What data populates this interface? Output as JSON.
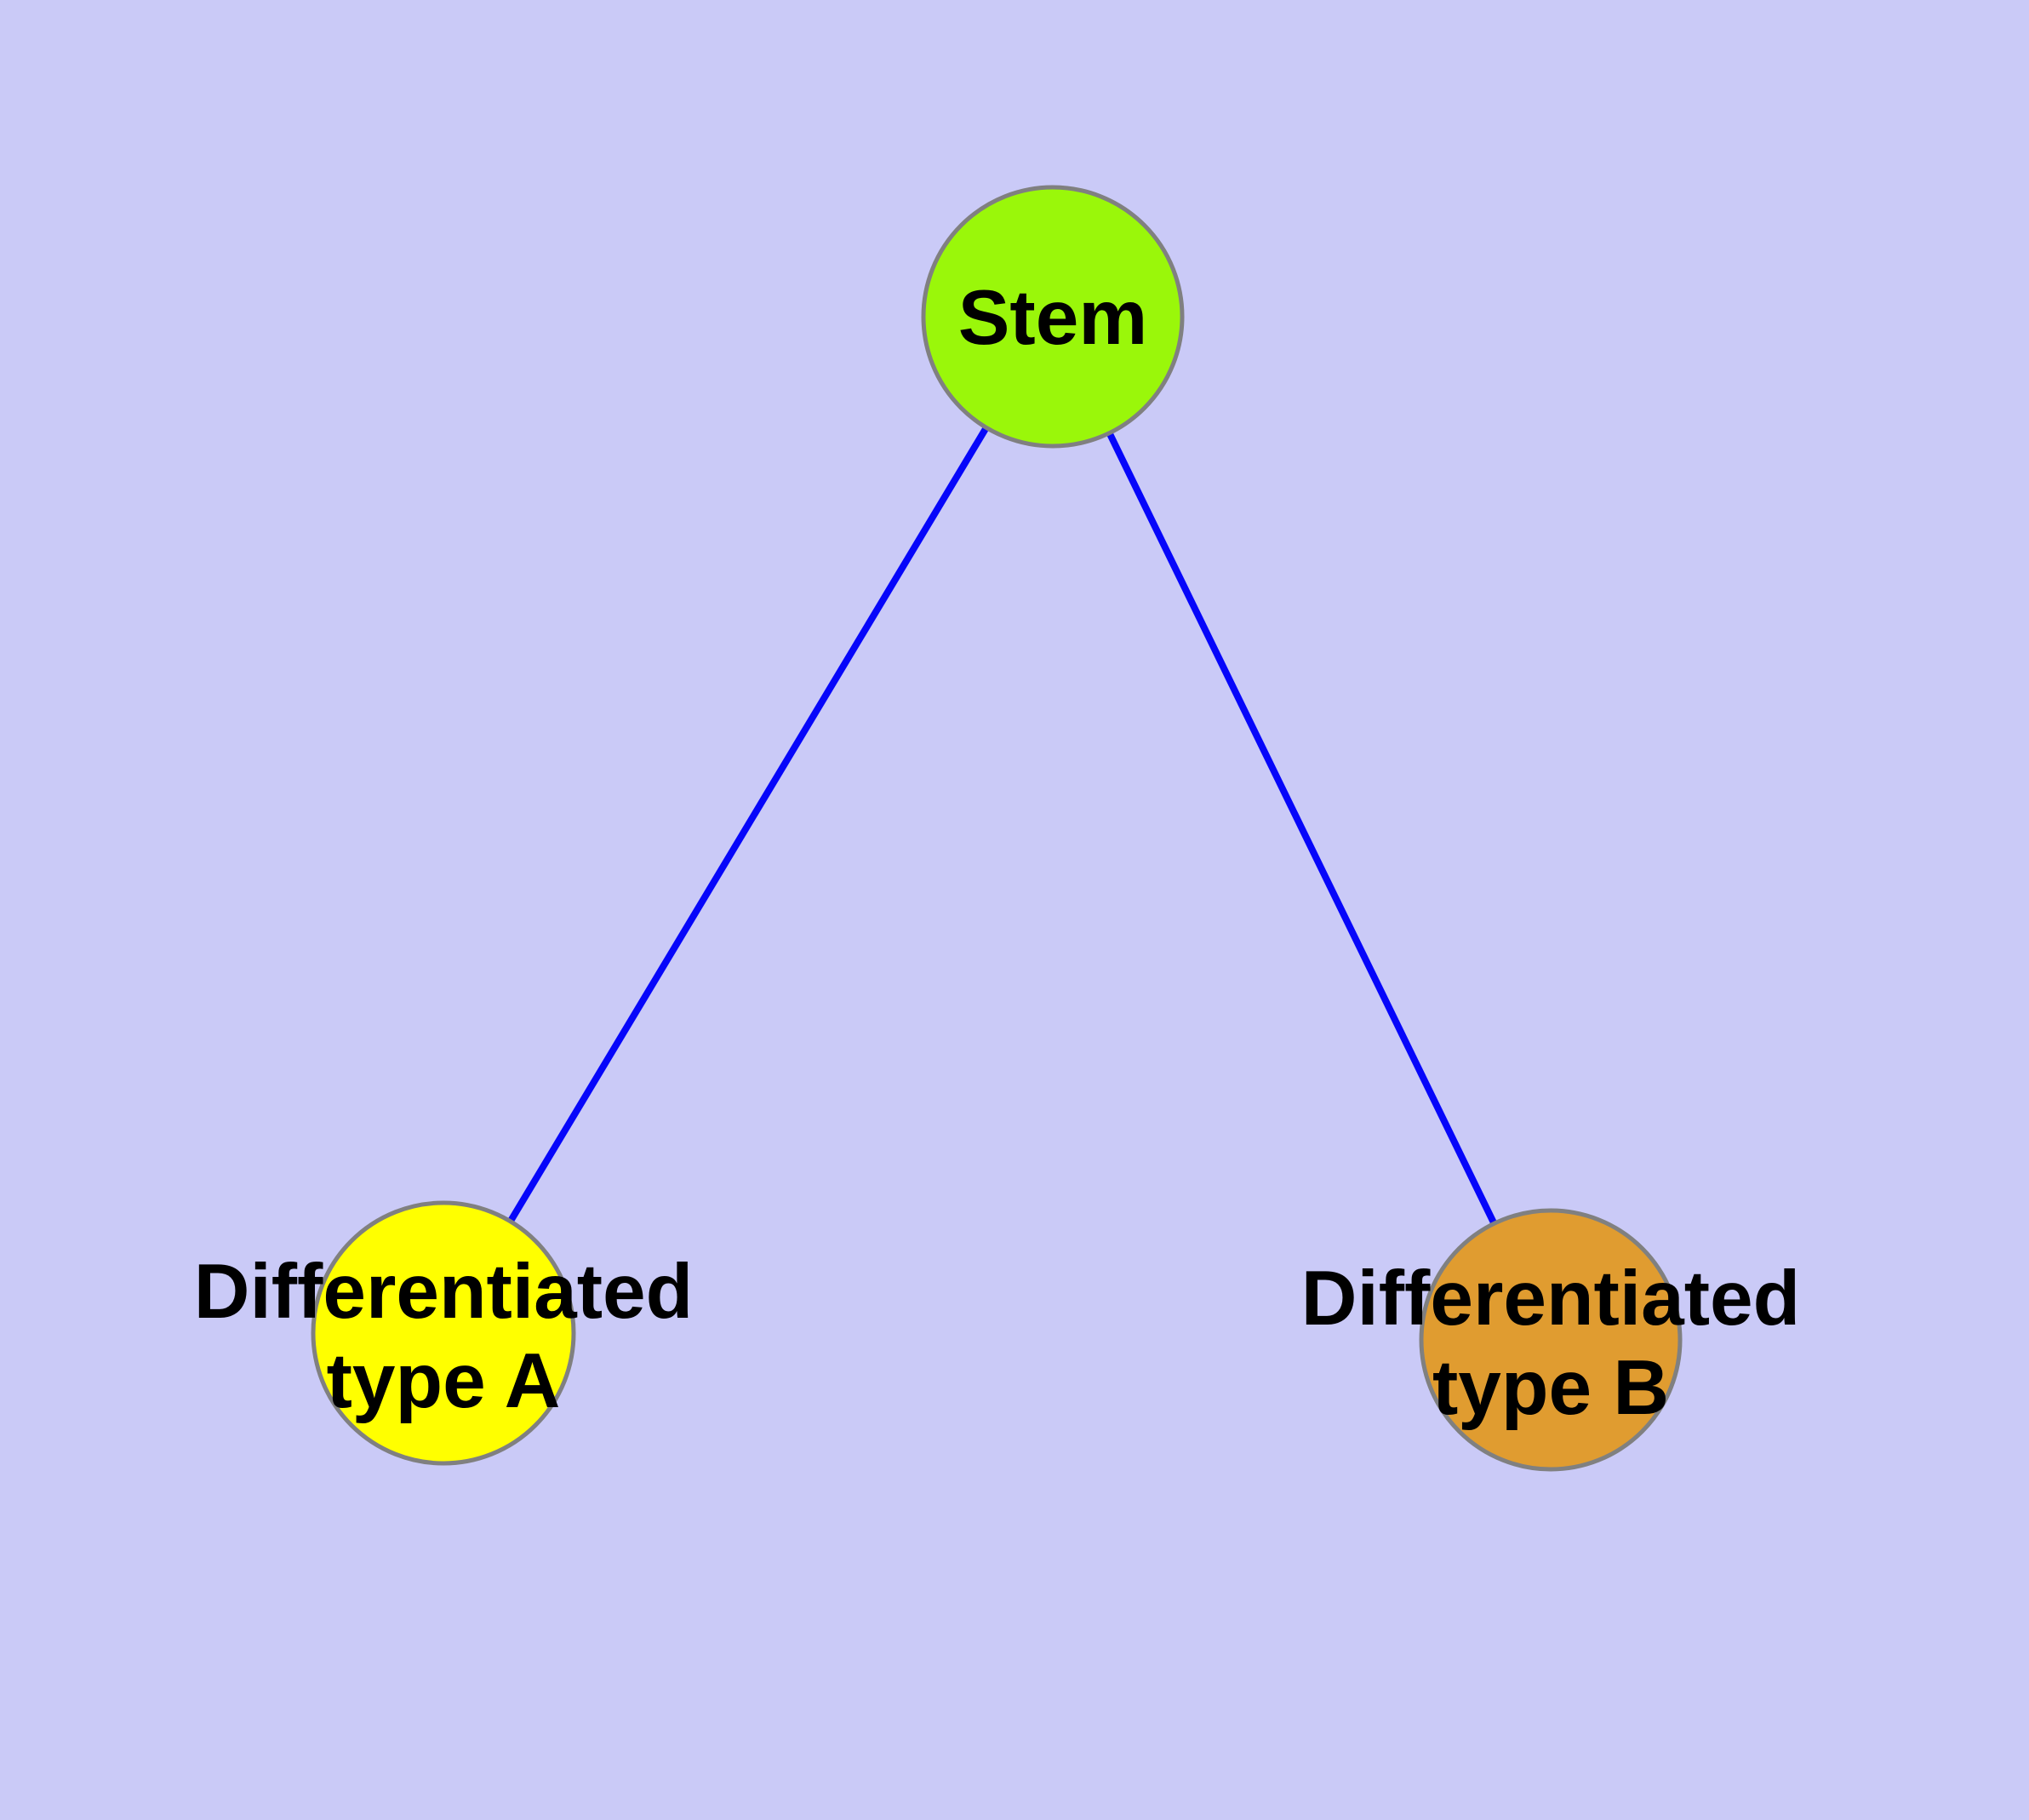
{
  "canvas": {
    "background": "#cacaf7"
  },
  "graph": {
    "type": "tree",
    "root": "Stem",
    "edge_color": "#0606fa",
    "node_border_color": "#808080",
    "label_color": "#000000",
    "edges": [
      {
        "from": "Stem",
        "to": "Differentiated type A"
      },
      {
        "from": "Stem",
        "to": "Differentiated type B"
      }
    ]
  },
  "nodes": {
    "stem": {
      "label": "Stem",
      "color": "#9af70a",
      "border": "#808080"
    },
    "typeA": {
      "label_line1": "Differentiated",
      "label_line2": "type A",
      "full_label": "Differentiated type A",
      "color": "#ffff00",
      "border": "#808080"
    },
    "typeB": {
      "label_line1": "Differentiated",
      "label_line2": "type B",
      "full_label": "Differentiated type B",
      "color": "#e09c30",
      "border": "#808080"
    }
  }
}
